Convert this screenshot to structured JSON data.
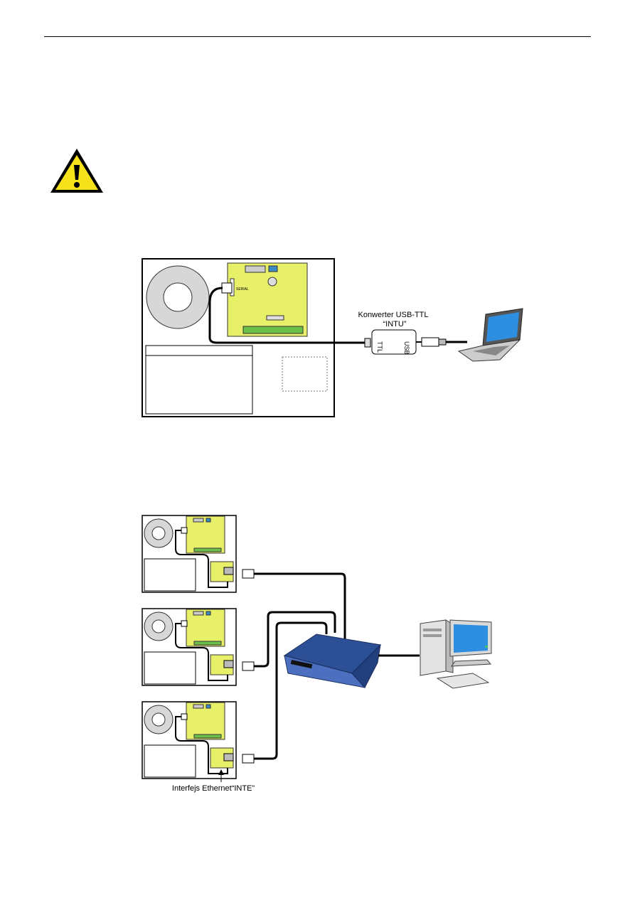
{
  "figure1": {
    "converter_label_line1": "Konwerter USB-TTL",
    "converter_label_line2": "“INTU”",
    "ttl_port": "TTL",
    "usb_port": "USB",
    "serial_label": "SERIAL"
  },
  "figure2": {
    "interface_label": "Interfejs Ethernet“INTE”"
  },
  "colors": {
    "pcb": "#e8f06a",
    "warning_yellow": "#f6e21b",
    "router_blue": "#3a5ca8",
    "screen_green": "#3fbf6a"
  }
}
